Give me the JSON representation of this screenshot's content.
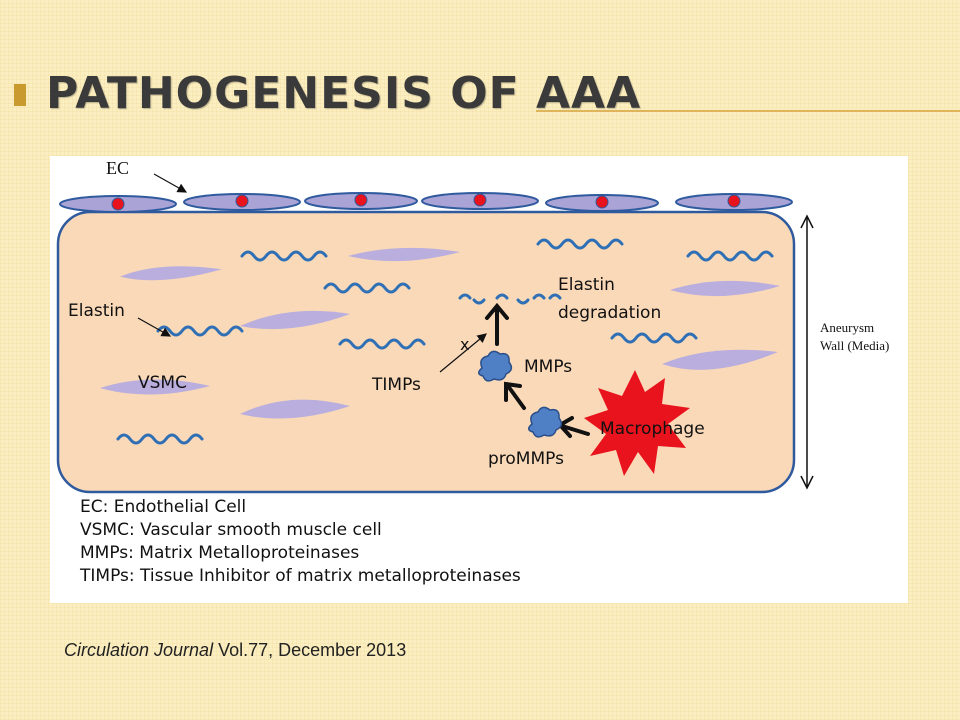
{
  "slide": {
    "title": "Pathogenesis of AAA",
    "accent_color": "#c99a2e"
  },
  "diagram": {
    "labels": {
      "ec": "EC",
      "elastin": "Elastin",
      "vsmc": "VSMC",
      "timps": "TIMPs",
      "inhibit_mark": "x",
      "mmps": "MMPs",
      "elastin_degradation_line1": "Elastin",
      "elastin_degradation_line2": "degradation",
      "promm_ps": "proMMPs",
      "macrophage": "Macrophage",
      "wall_line1": "Aneurysm",
      "wall_line2": "Wall (Media)"
    },
    "legend": [
      "EC: Endothelial Cell",
      "VSMC: Vascular smooth muscle cell",
      "MMPs: Matrix Metalloproteinases",
      "TIMPs: Tissue Inhibitor of matrix metalloproteinases"
    ],
    "colors": {
      "media_fill": "#f9d9b8",
      "media_stroke": "#2f5a9e",
      "endothelial_fill": "#a9a3d6",
      "nucleus": "#e8131d",
      "elastin": "#2f6fb5",
      "vsmc": "#b9aede",
      "mmp": "#4f7fc4",
      "macrophage": "#e8131d"
    }
  },
  "citation": {
    "journal": "Circulation Journal",
    "rest": " Vol.77, December 2013"
  }
}
